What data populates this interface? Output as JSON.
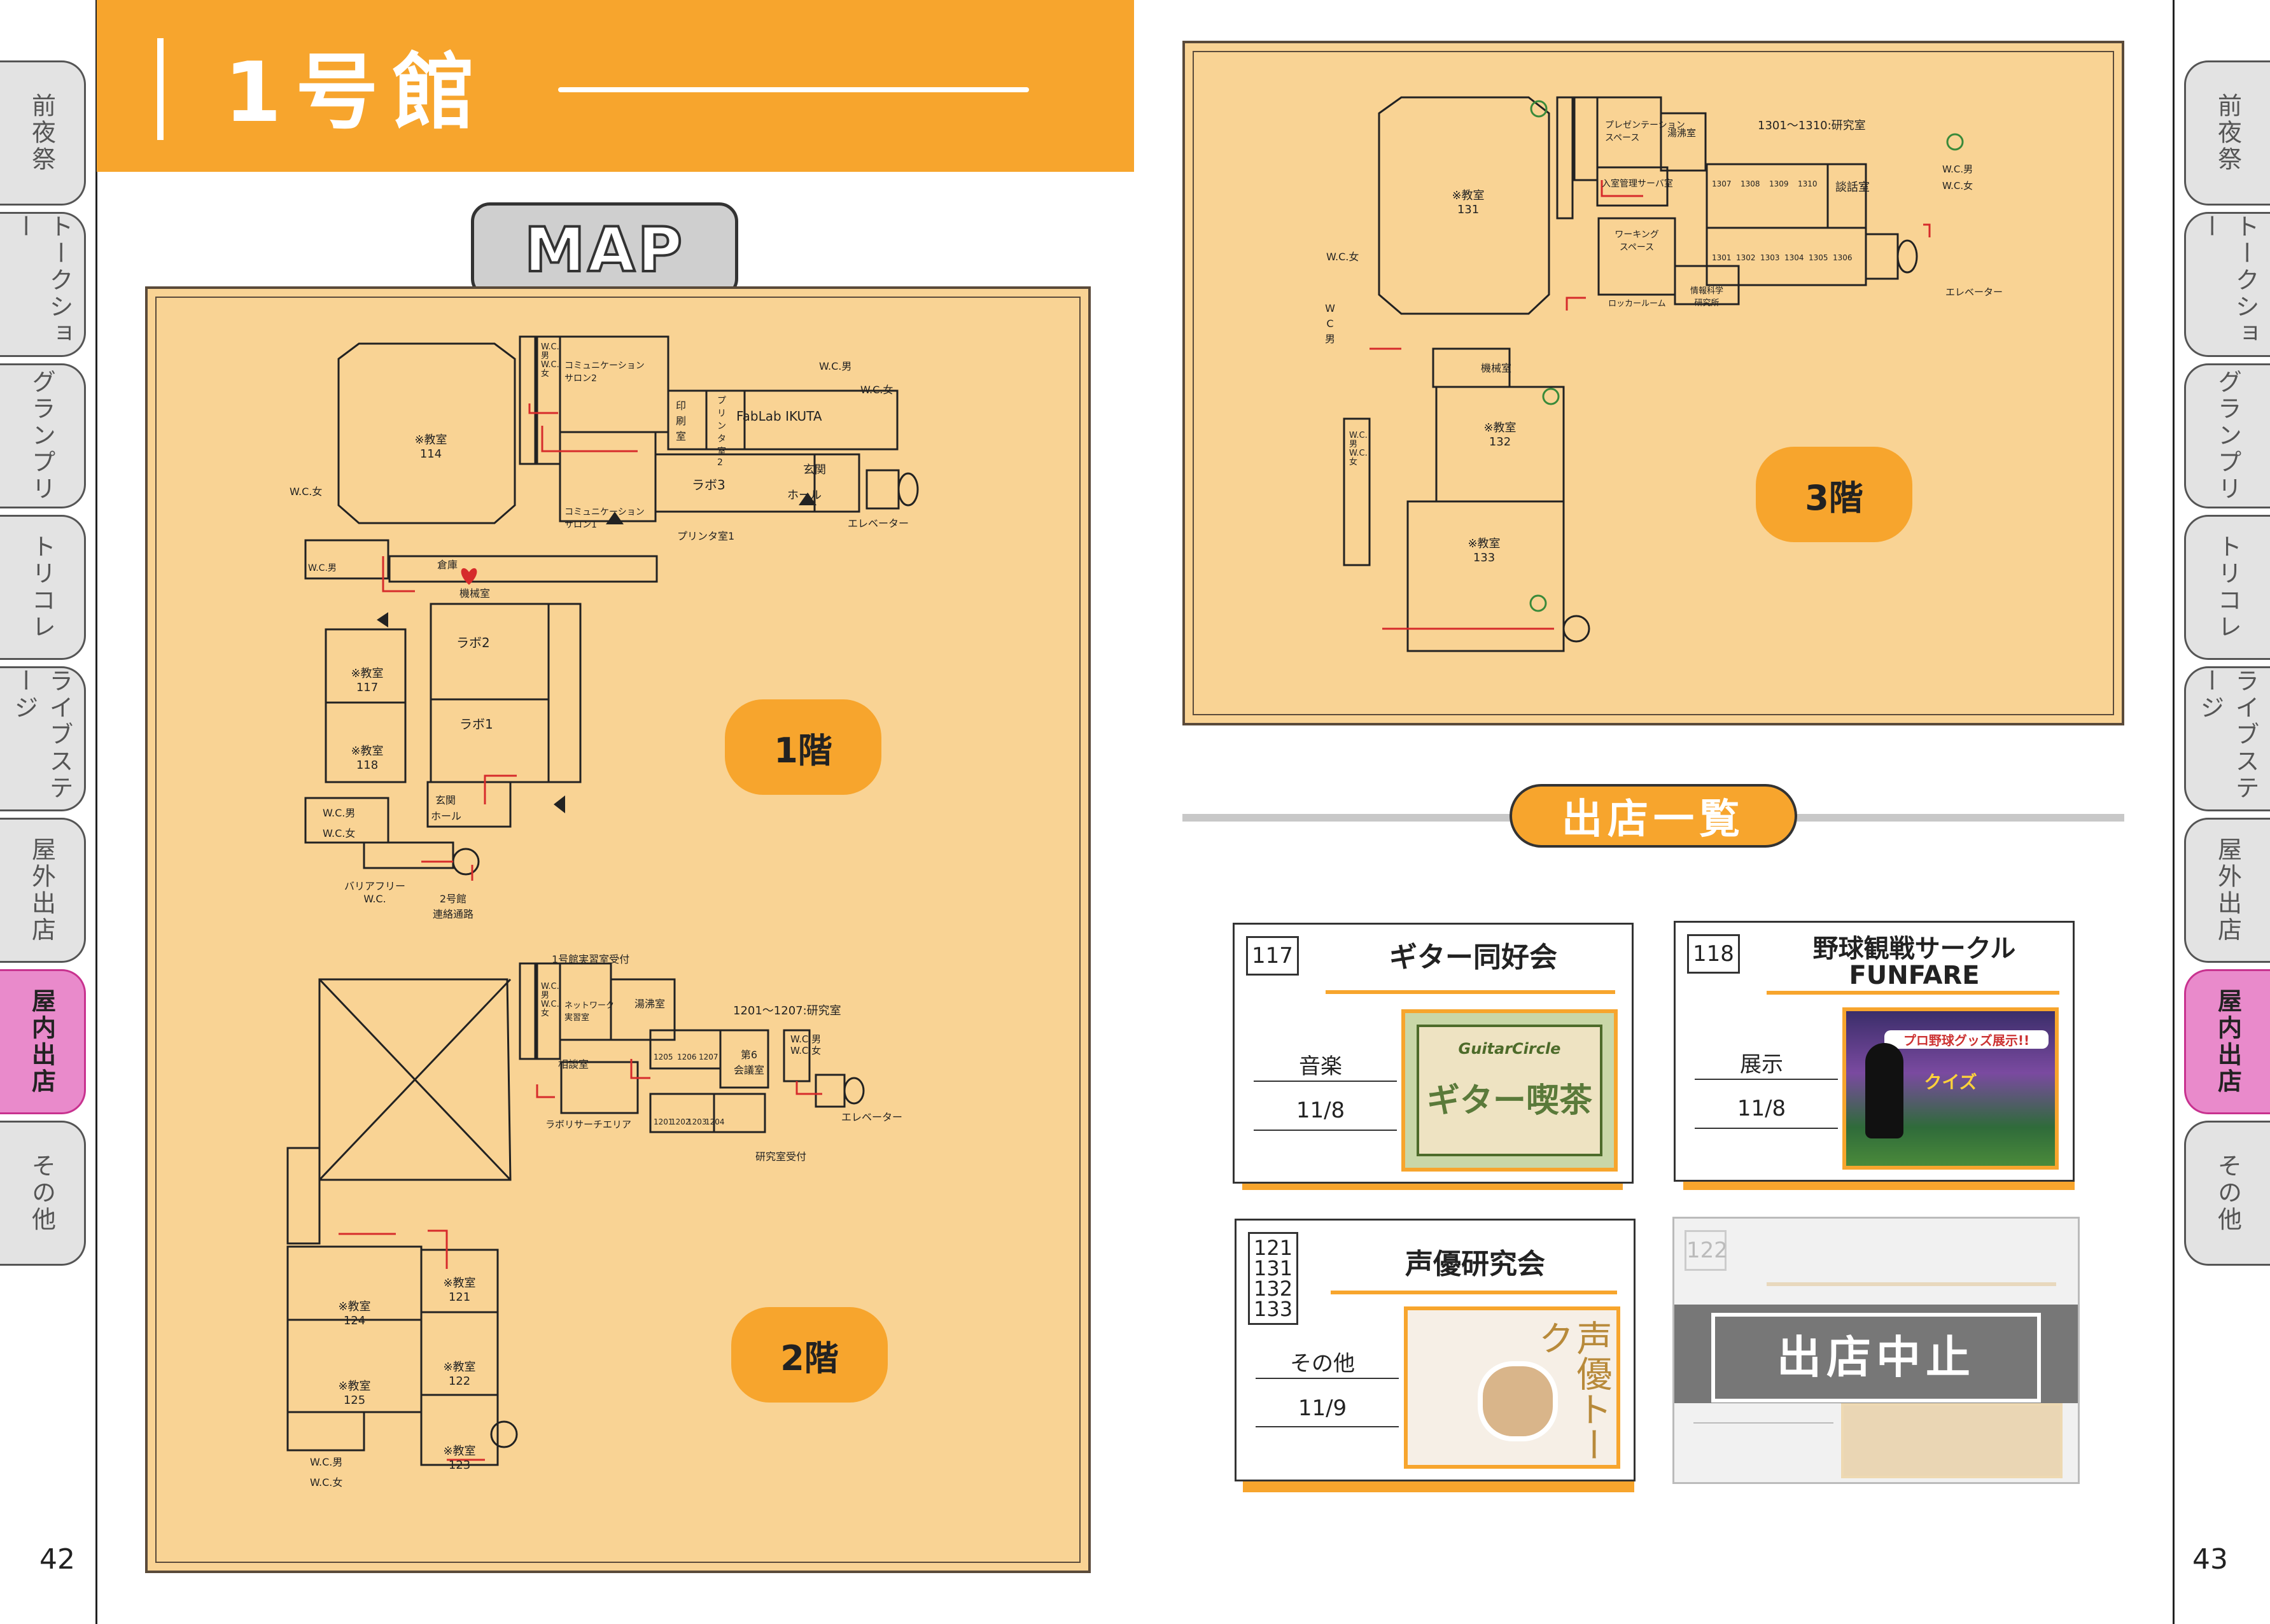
{
  "tabs": [
    {
      "label": "前夜祭",
      "active": false
    },
    {
      "label": "トークショー",
      "active": false
    },
    {
      "label": "グランプリ",
      "active": false
    },
    {
      "label": "トリコレ",
      "active": false
    },
    {
      "label": "ライブステージ",
      "active": false
    },
    {
      "label": "屋外出店",
      "active": false
    },
    {
      "label": "屋内出店",
      "active": true
    },
    {
      "label": "その他",
      "active": false
    }
  ],
  "page": {
    "left_number": "42",
    "right_number": "43"
  },
  "header": {
    "title": "1号館"
  },
  "map": {
    "label": "MAP",
    "floor1": {
      "label": "1階",
      "rooms": {
        "r114": "※教室",
        "r114n": "114",
        "r117": "※教室",
        "r117n": "117",
        "r118": "※教室",
        "r118n": "118",
        "salon2": "コミュニケーション",
        "salon2b": "サロン2",
        "salon1": "コミュニケーション",
        "salon1b": "サロン1",
        "print": "印刷室",
        "printer2": "プリンタ室2",
        "fablab": "FabLab IKUTA",
        "lab3": "ラボ3",
        "lab2": "ラボ2",
        "lab1": "ラボ1",
        "entrance": "玄関",
        "hall": "ホール",
        "entrance2": "玄関",
        "hall2": "ホール",
        "warehouse": "倉庫",
        "machine": "機械室",
        "printer1": "プリンタ室1",
        "elevator": "エレベーター",
        "wcm": "W.C.男",
        "wcf": "W.C.女",
        "wcm2": "W.C.男",
        "wcf2": "W.C.女",
        "wcm3": "W.C.男",
        "wcf3": "W.C.女",
        "wcm4": "W.C.男",
        "wcm5": "W.C.男",
        "wcf5": "W.C.女",
        "barrier": "バリアフリー",
        "barrier2": "W.C.",
        "b2": "2号館",
        "b2b": "連絡通路"
      }
    },
    "floor2": {
      "label": "2階",
      "rooms": {
        "reception": "1号館実習室受付",
        "network": "ネットワーク",
        "networkb": "実習室",
        "kettle": "湯沸室",
        "lab_range": "1201～1207:研究室",
        "r1205": "1205",
        "r1206": "1206",
        "r1207": "1207",
        "r1201": "1201",
        "r1202": "1202",
        "r1203": "1203",
        "r1204": "1204",
        "conf": "第6",
        "confb": "会議室",
        "consult": "相談室",
        "research_area": "ラボリサーチエリア",
        "research_reception": "研究室受付",
        "elevator": "エレベーター",
        "r124": "※教室",
        "r124n": "124",
        "r125": "※教室",
        "r125n": "125",
        "r121": "※教室",
        "r121n": "121",
        "r122": "※教室",
        "r122n": "122",
        "r123": "※教室",
        "r123n": "123",
        "wcm": "W.C.男",
        "wcf": "W.C.女",
        "wcm2": "W.C.男",
        "wcf2": "W.C.女",
        "wcm3": "W.C.男",
        "wcf3": "W.C.女"
      }
    },
    "floor3": {
      "label": "3階",
      "rooms": {
        "r131": "※教室",
        "r131n": "131",
        "r132": "※教室",
        "r132n": "132",
        "r133": "※教室",
        "r133n": "133",
        "presentation": "プレゼンテーション",
        "presentationb": "スペース",
        "kettle": "湯沸室",
        "lab_range": "1301～1310:研究室",
        "server": "入室管理サーバ室",
        "r1307": "1307",
        "r1308": "1308",
        "r1309": "1309",
        "r1310": "1310",
        "lounge": "談話室",
        "r1301": "1301",
        "r1302": "1302",
        "r1303": "1303",
        "r1304": "1304",
        "r1305": "1305",
        "r1306": "1306",
        "working": "ワーキング",
        "workingb": "スペース",
        "locker": "ロッカールーム",
        "info": "情報科学",
        "infob": "研究所",
        "machine": "機械室",
        "elevator": "エレベーター",
        "wcm": "W.C.男",
        "wcf": "W.C.女",
        "wcf2": "W.C.女",
        "wc": "W",
        "wcc": "C",
        "wcmm": "男",
        "wcm2": "W.C.男",
        "wcf3": "W.C.女"
      }
    }
  },
  "shops": {
    "title": "出店一覧",
    "items": [
      {
        "rooms": "117",
        "name": "ギター同好会",
        "category": "音楽",
        "date": "11/8",
        "thumb_text": "ギター喫茶",
        "thumb_sub": "GuitarCircle"
      },
      {
        "rooms": "118",
        "name": "野球観戦サークル",
        "name2": "FUNFARE",
        "category": "展示",
        "date": "11/8",
        "thumb_text": "プロ野球グッズ展示!!",
        "thumb_sub": "クイズ"
      },
      {
        "rooms": "121\n131\n132\n133",
        "name": "声優研究会",
        "category": "その他",
        "date": "11/9",
        "thumb_text": "声優トーク"
      },
      {
        "rooms": "122",
        "cancel_label": "出店中止"
      }
    ]
  },
  "colors": {
    "accent": "#f7a52d",
    "map_bg": "#f9d394",
    "active_tab": "#e98acb",
    "arrow": "#d62b2b"
  }
}
